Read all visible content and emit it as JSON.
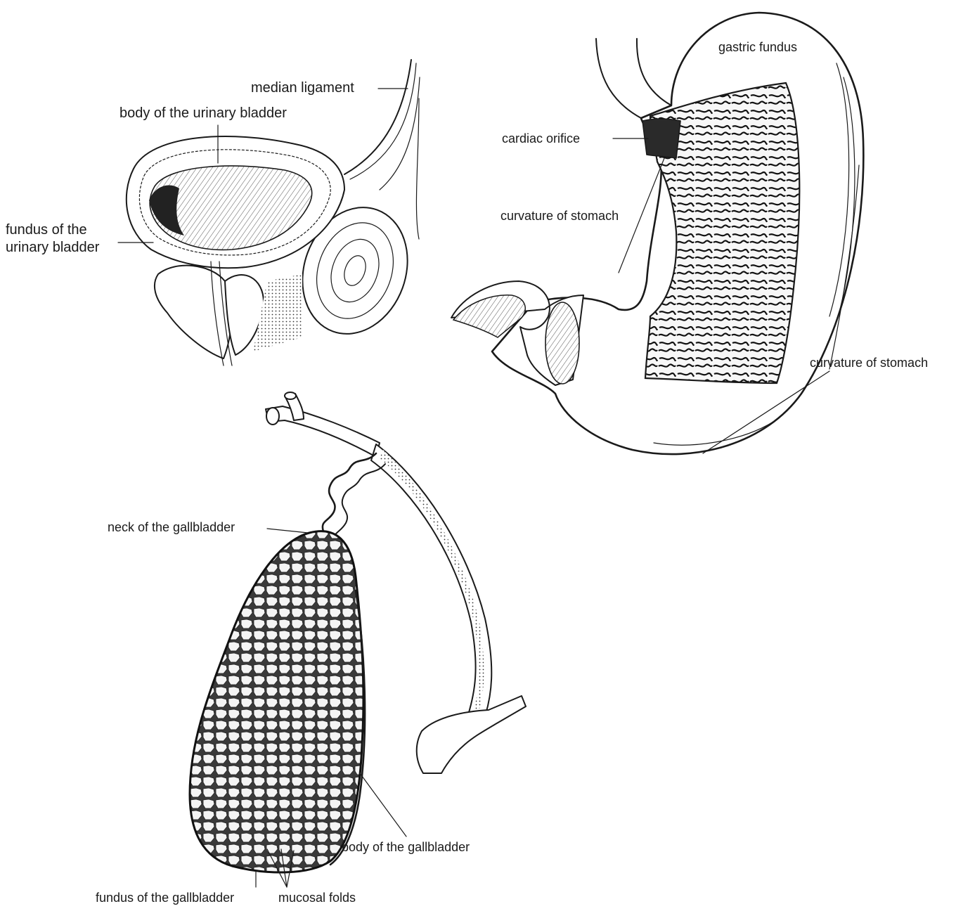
{
  "colors": {
    "ink": "#1a1a1a",
    "paper": "#ffffff"
  },
  "bladder": {
    "median_ligament": "median ligament",
    "body": "body of the urinary bladder",
    "fundus_line1": "fundus of the",
    "fundus_line2": "urinary bladder"
  },
  "stomach": {
    "gastric_fundus": "gastric fundus",
    "cardiac_orifice": "cardiac orifice",
    "lesser_curvature": "curvature of stomach",
    "greater_curvature": "curvature of stomach"
  },
  "gallbladder": {
    "neck": "neck of the gallbladder",
    "body": "body of the gallbladder",
    "fundus": "fundus of the gallbladder",
    "mucosal_folds": "mucosal folds"
  }
}
